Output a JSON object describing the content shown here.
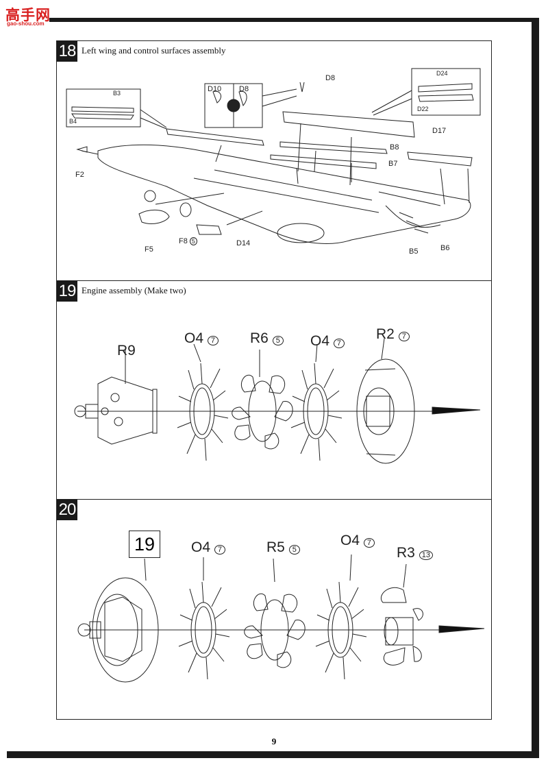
{
  "logo": {
    "main": "高手网",
    "sub": "gao-shou.com"
  },
  "steps": [
    {
      "number": "18",
      "title": "Left wing and control surfaces assembly",
      "labels": {
        "B3": "B3",
        "B4": "B4",
        "D10": "D10",
        "D8a": "D8",
        "D8b": "D8",
        "D24": "D24",
        "D22": "D22",
        "D17": "D17",
        "B8": "B8",
        "B7": "B7",
        "F2": "F2",
        "F5": "F5",
        "F8": "F8",
        "F8_qty": "5",
        "D14": "D14",
        "B5": "B5",
        "B6": "B6"
      }
    },
    {
      "number": "19",
      "title": "Engine assembly  (Make two)",
      "labels": {
        "R9": "R9",
        "O4a": "O4",
        "O4a_qty": "7",
        "R6": "R6",
        "R6_qty": "5",
        "O4b": "O4",
        "O4b_qty": "7",
        "R2": "R2",
        "R2_qty": "7"
      }
    },
    {
      "number": "20",
      "title": "",
      "ref_step": "19",
      "labels": {
        "O4a": "O4",
        "O4a_qty": "7",
        "R5": "R5",
        "R5_qty": "5",
        "O4b": "O4",
        "O4b_qty": "7",
        "R3": "R3",
        "R3_qty": "13"
      }
    }
  ],
  "page_number": "9"
}
